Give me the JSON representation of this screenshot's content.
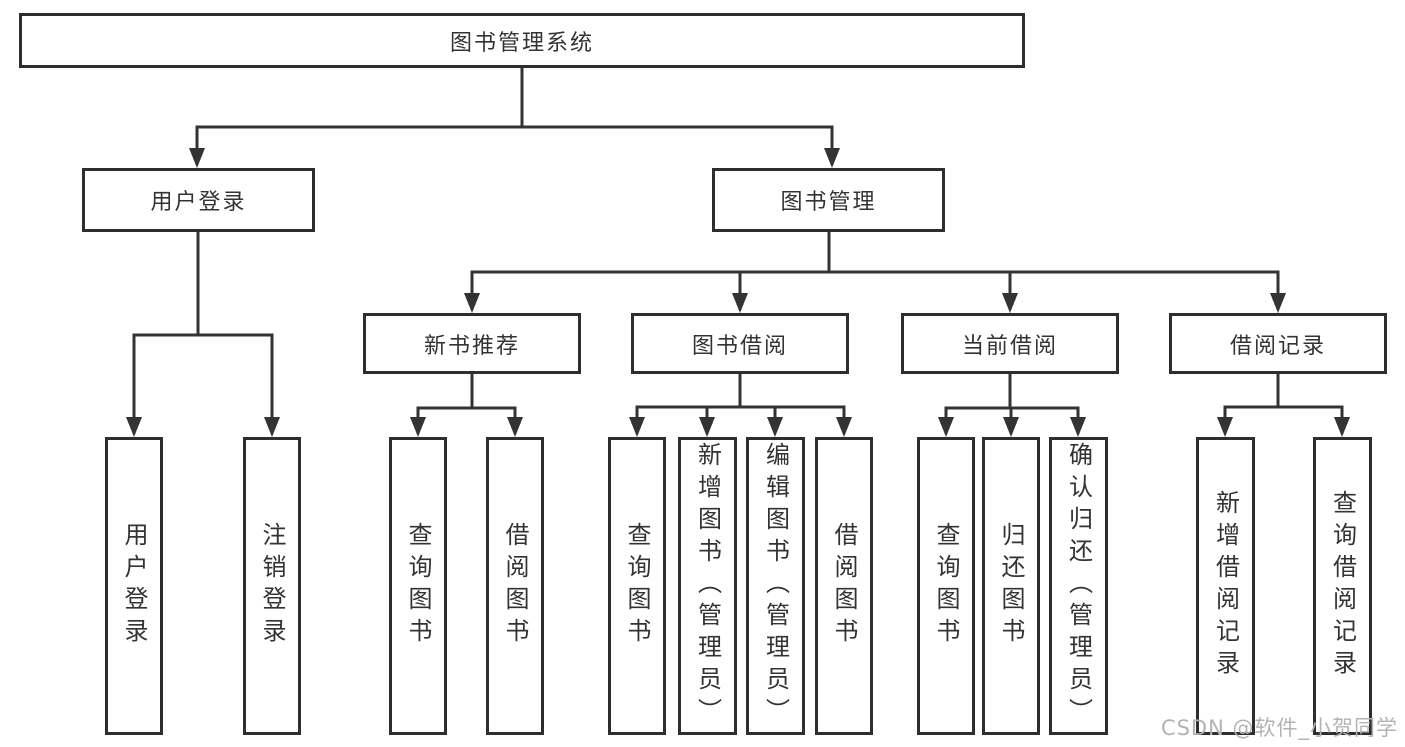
{
  "colors": {
    "background": "#ffffff",
    "line": "#333333",
    "box_border": "#2e2e2e",
    "text": "#333333",
    "watermark": "#b3b3b3"
  },
  "diagram": {
    "root": {
      "label": "图书管理系统"
    },
    "branches": [
      {
        "label": "用户登录",
        "children": [
          {
            "label": "用户登录"
          },
          {
            "label": "注销登录"
          }
        ]
      },
      {
        "label": "图书管理",
        "children": [
          {
            "label": "新书推荐",
            "children": [
              {
                "label": "查询图书"
              },
              {
                "label": "借阅图书"
              }
            ]
          },
          {
            "label": "图书借阅",
            "children": [
              {
                "label": "查询图书"
              },
              {
                "label": "新增图书（管理员）"
              },
              {
                "label": "编辑图书（管理员）"
              },
              {
                "label": "借阅图书"
              }
            ]
          },
          {
            "label": "当前借阅",
            "children": [
              {
                "label": "查询图书"
              },
              {
                "label": "归还图书"
              },
              {
                "label": "确认归还（管理员）"
              }
            ]
          },
          {
            "label": "借阅记录",
            "children": [
              {
                "label": "新增借阅记录"
              },
              {
                "label": "查询借阅记录"
              }
            ]
          }
        ]
      }
    ]
  },
  "watermark": {
    "text": "CSDN @软件_小贺同学"
  }
}
